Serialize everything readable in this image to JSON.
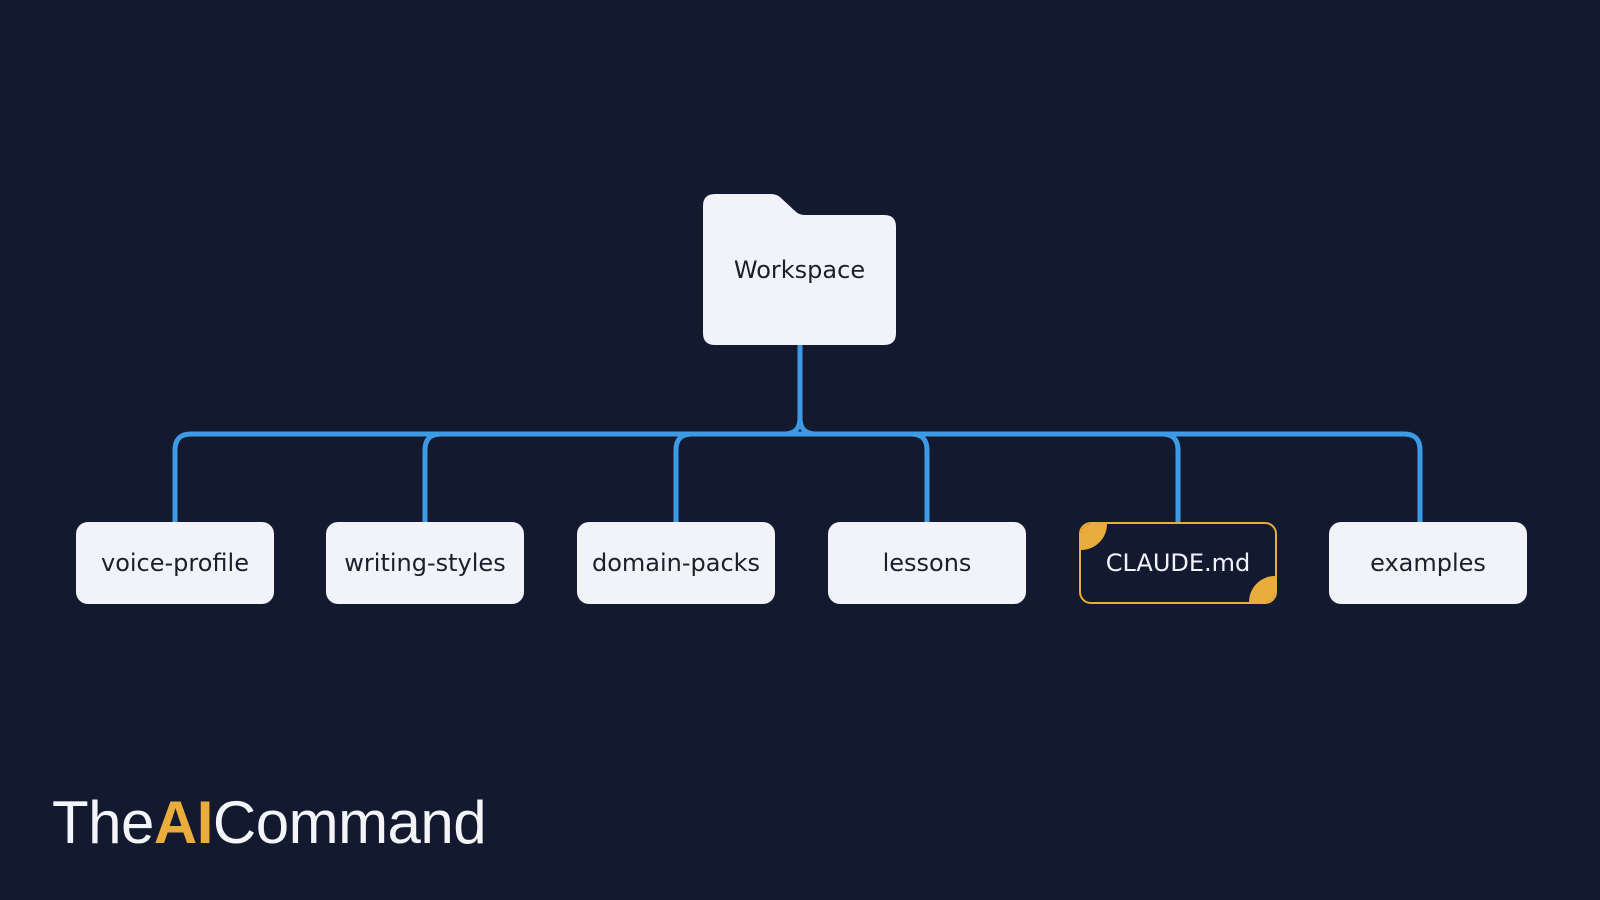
{
  "root": {
    "label": "Workspace",
    "icon": "folder-icon"
  },
  "children": [
    {
      "label": "voice-profile"
    },
    {
      "label": "writing-styles"
    },
    {
      "label": "domain-packs"
    },
    {
      "label": "lessons"
    },
    {
      "label": "CLAUDE.md",
      "highlighted": true
    },
    {
      "label": "examples"
    }
  ],
  "brand": {
    "prefix": "The",
    "accent": "AI",
    "suffix": "Command"
  },
  "colors": {
    "background": "#131a30",
    "connector": "#3d9be6",
    "node_fill": "#f1f3f9",
    "highlight": "#e8ad3a"
  }
}
